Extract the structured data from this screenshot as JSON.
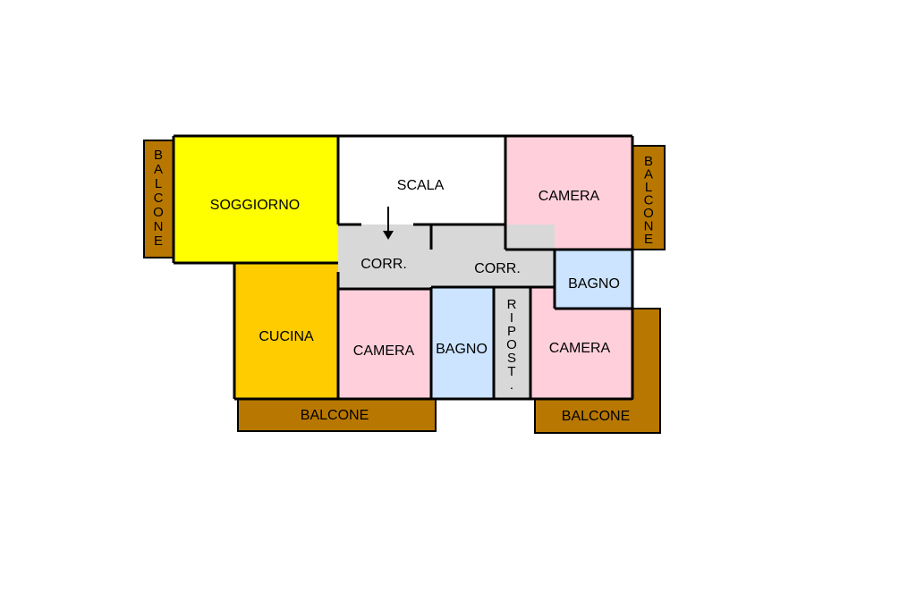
{
  "colors": {
    "balcony": "#b87800",
    "living": "#ffff00",
    "kitchen": "#ffcc00",
    "bedroom": "#ffd0dc",
    "bath": "#cce4ff",
    "corridor": "#d8d8d8",
    "stair": "#ffffff",
    "wall": "#000000"
  },
  "rooms": {
    "soggiorno": "SOGGIORNO",
    "scala": "SCALA",
    "camera_ne": "CAMERA",
    "corr_1": "CORR.",
    "corr_2": "CORR.",
    "bagno_e": "BAGNO",
    "cucina": "CUCINA",
    "camera_c": "CAMERA",
    "bagno_c": "BAGNO",
    "ripost": "RIPOST.",
    "camera_se": "CAMERA"
  },
  "balconies": {
    "west": "BALCONE",
    "east": "BALCONE",
    "south_w": "BALCONE",
    "south_e": "BALCONE"
  }
}
